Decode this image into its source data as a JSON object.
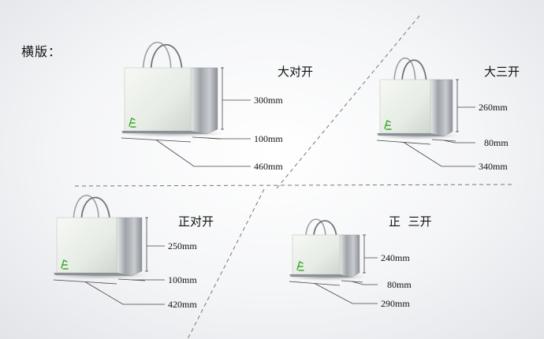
{
  "heading": "横版：",
  "bags": [
    {
      "id": "da-dui-kai",
      "title": "大对开",
      "height": "300mm",
      "depth": "100mm",
      "width": "460mm"
    },
    {
      "id": "da-san-kai",
      "title": "大三开",
      "height": "260mm",
      "depth": "80mm",
      "width": "340mm"
    },
    {
      "id": "zheng-dui-kai",
      "title": "正对开",
      "height": "250mm",
      "depth": "100mm",
      "width": "420mm"
    },
    {
      "id": "zheng-san-kai",
      "title": "正  三开",
      "height": "240mm",
      "depth": "80mm",
      "width": "290mm"
    }
  ],
  "colors": {
    "logo": "#3aa82a",
    "line": "#444444",
    "divider": "#777777"
  },
  "icons": {
    "logo": "recycle-bag-logo-icon"
  }
}
